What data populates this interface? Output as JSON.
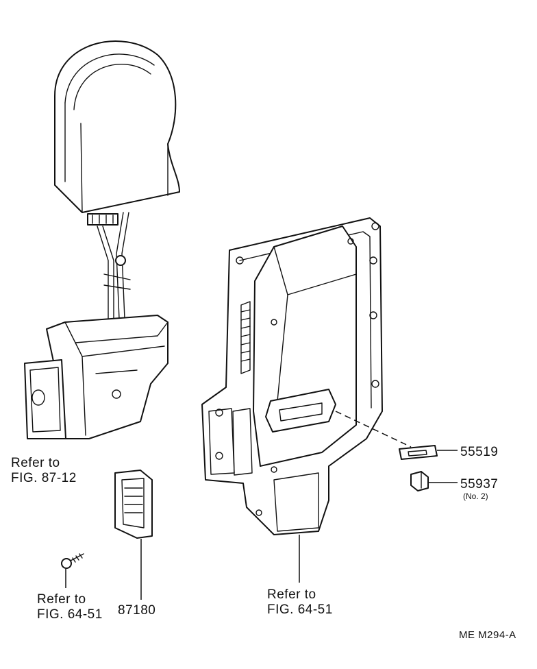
{
  "labels": {
    "duct_left_ref_line1": "Refer to",
    "duct_left_ref_line2": "FIG. 87-12",
    "screw_ref_line1": "Refer to",
    "screw_ref_line2": "FIG. 64-51",
    "vent_part_no": "87180",
    "panel_ref_line1": "Refer to",
    "panel_ref_line2": "FIG. 64-51",
    "plate_part_no": "55519",
    "knob_part_no": "55937",
    "knob_note": "(No. 2)",
    "figure_code": "ME  M294-A"
  }
}
